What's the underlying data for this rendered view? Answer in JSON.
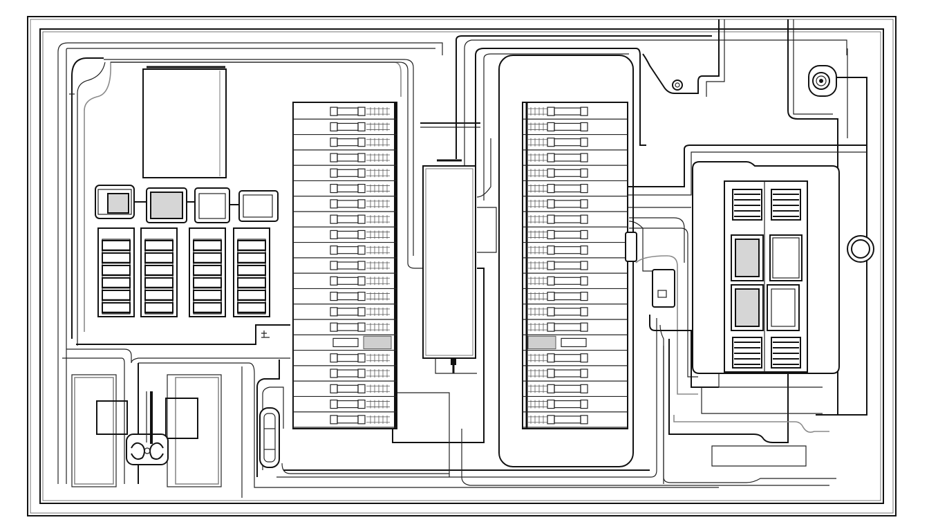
{
  "figure": {
    "style": "line-art schematic",
    "colors": {
      "ink": "#111111",
      "background": "#ffffff",
      "shade": "#d6d6d6"
    }
  },
  "left_breaker_column": {
    "slots": 21
  },
  "right_breaker_column": {
    "slots": 21
  },
  "terminal_blocks": {
    "count": 4,
    "rows_each": 6
  },
  "connectors": {
    "count": 4
  },
  "right_module": {
    "relays": 4,
    "vent_groups": 4
  },
  "icons": [
    "round-port-icon",
    "coaxial-connector-icon",
    "indicator-lamp-icon",
    "key-switch-icon"
  ]
}
